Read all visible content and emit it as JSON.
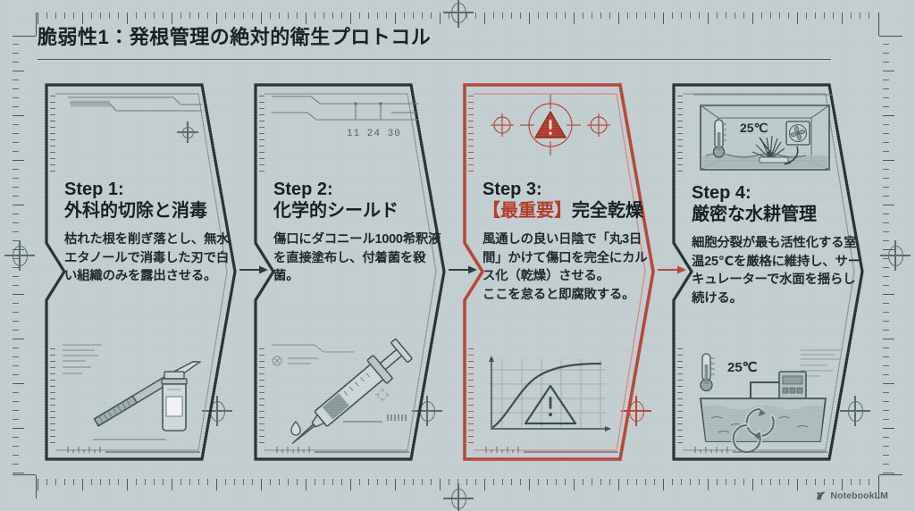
{
  "header": {
    "title": "脆弱性1：発根管理の絶対的衛生プロトコル"
  },
  "theme": {
    "background": "#c2cdcf",
    "ink": "#1d2426",
    "line": "#2b3639",
    "alert": "#b23a2c",
    "alert_line": "#b5453a",
    "muted": "#5a686c"
  },
  "steps": [
    {
      "label": "Step 1:",
      "name": "外科的切除と消毒",
      "name_highlight": "",
      "description": "枯れた根を削ぎ落とし、無水エタノールで消毒した刃で白い組織のみを露出させる。",
      "highlight": false,
      "top_illustration": "technical-callout-bar",
      "bottom_illustration": "scalpel-and-ethanol-vial",
      "measure_numbers": ""
    },
    {
      "label": "Step 2:",
      "name": "化学的シールド",
      "name_highlight": "",
      "description": "傷口にダコニール1000希釈液を直接塗布し、付着菌を殺菌。",
      "highlight": false,
      "top_illustration": "dimension-scale-diagram",
      "bottom_illustration": "syringe-with-droplet",
      "measure_numbers": "11  24  30"
    },
    {
      "label": "Step 3:",
      "name": "完全乾燥",
      "name_highlight": "【最重要】",
      "description": "風通しの良い日陰で「丸3日間」かけて傷口を完全にカルス化（乾燥）させる。\nここを怠ると即腐敗する。",
      "highlight": true,
      "top_illustration": "warning-triangle-target",
      "bottom_illustration": "drying-curve-chart-with-warning",
      "measure_numbers": ""
    },
    {
      "label": "Step 4:",
      "name": "厳密な水耕管理",
      "name_highlight": "",
      "description": "細胞分裂が最も活性化する室温25℃を厳格に維持し、サーキュレーターで水面を揺らし続ける。",
      "highlight": false,
      "top_illustration": "terrarium-with-thermometer-and-fan",
      "bottom_illustration": "water-tank-circulation-with-thermometer",
      "temperature_top": "25℃",
      "temperature_bottom": "25℃"
    }
  ],
  "flow_arrows": [
    {
      "from": "Step 1:",
      "to": "Step 2:",
      "color": "#2b3639"
    },
    {
      "from": "Step 2:",
      "to": "Step 3:",
      "color": "#2b3639"
    },
    {
      "from": "Step 3:",
      "to": "Step 4:",
      "color": "#b5453a"
    }
  ],
  "watermark": {
    "text": "NotebookLM"
  }
}
